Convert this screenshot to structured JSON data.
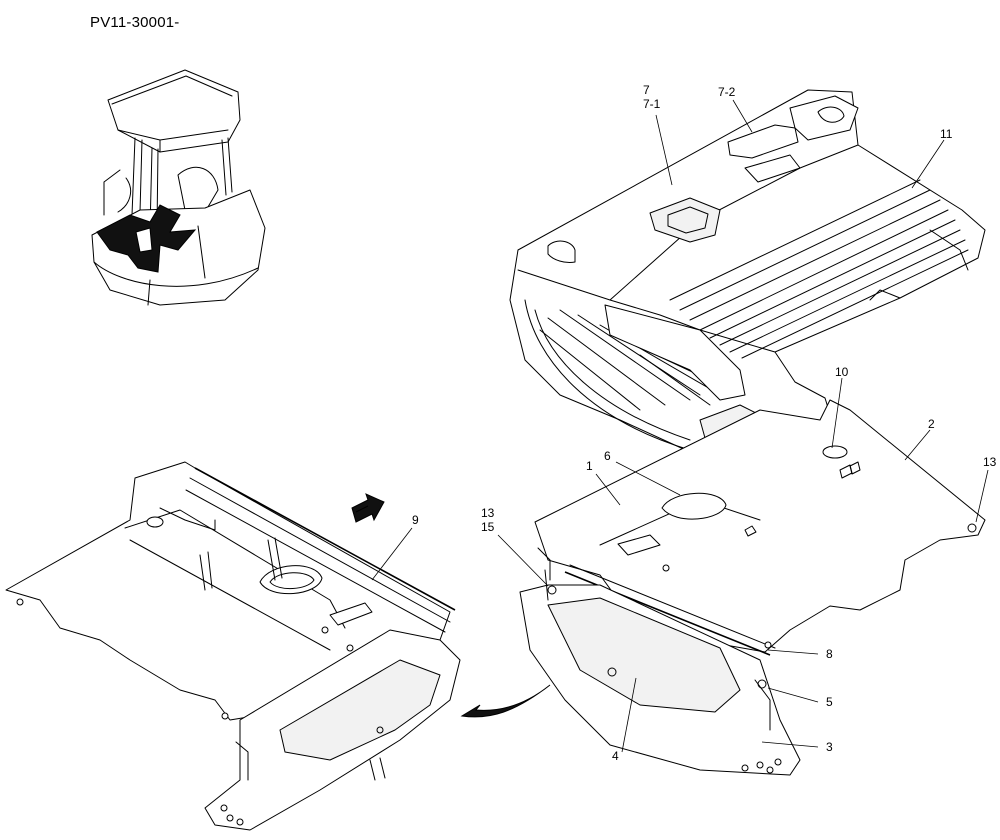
{
  "header": {
    "code": "PV11-30001-"
  },
  "callouts": {
    "c7": "7",
    "c7_1": "7-1",
    "c7_2": "7-2",
    "c11": "11",
    "c10": "10",
    "c2": "2",
    "c13a": "13",
    "c1": "1",
    "c6": "6",
    "c9": "9",
    "c13b": "13",
    "c15": "15",
    "c8": "8",
    "c5": "5",
    "c3": "3",
    "c4": "4"
  }
}
